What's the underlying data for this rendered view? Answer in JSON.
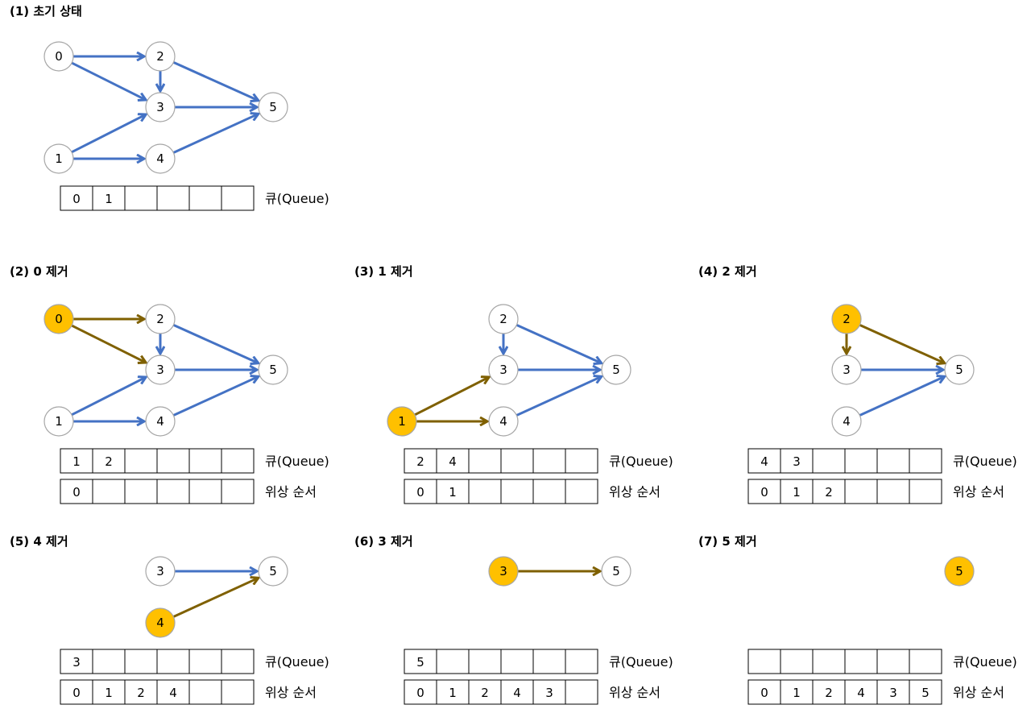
{
  "colors": {
    "edge": "#4472c4",
    "removed_edge": "#7f6000",
    "highlight": "#ffc000",
    "node_stroke": "#a6a6a6",
    "box_stroke": "#000000",
    "text": "#000000"
  },
  "labels": {
    "queue": "큐(Queue)",
    "order": "위상 순서"
  },
  "panels": [
    {
      "title": "(1) 초기 상태",
      "highlight": null,
      "nodes": [
        "0",
        "1",
        "2",
        "3",
        "4",
        "5"
      ],
      "edges": [
        [
          "0",
          "2"
        ],
        [
          "0",
          "3"
        ],
        [
          "2",
          "3"
        ],
        [
          "2",
          "5"
        ],
        [
          "3",
          "5"
        ],
        [
          "1",
          "3"
        ],
        [
          "1",
          "4"
        ],
        [
          "4",
          "5"
        ]
      ],
      "queue": [
        "0",
        "1"
      ],
      "order": null
    },
    {
      "title": "(2) 0 제거",
      "highlight": "0",
      "nodes": [
        "0",
        "1",
        "2",
        "3",
        "4",
        "5"
      ],
      "edges": [
        [
          "0",
          "2"
        ],
        [
          "0",
          "3"
        ],
        [
          "2",
          "3"
        ],
        [
          "2",
          "5"
        ],
        [
          "3",
          "5"
        ],
        [
          "1",
          "3"
        ],
        [
          "1",
          "4"
        ],
        [
          "4",
          "5"
        ]
      ],
      "queue": [
        "1",
        "2"
      ],
      "order": [
        "0"
      ]
    },
    {
      "title": "(3) 1 제거",
      "highlight": "1",
      "nodes": [
        "1",
        "2",
        "3",
        "4",
        "5"
      ],
      "edges": [
        [
          "2",
          "3"
        ],
        [
          "2",
          "5"
        ],
        [
          "3",
          "5"
        ],
        [
          "1",
          "3"
        ],
        [
          "1",
          "4"
        ],
        [
          "4",
          "5"
        ]
      ],
      "queue": [
        "2",
        "4"
      ],
      "order": [
        "0",
        "1"
      ]
    },
    {
      "title": "(4) 2 제거",
      "highlight": "2",
      "nodes": [
        "2",
        "3",
        "4",
        "5"
      ],
      "edges": [
        [
          "2",
          "3"
        ],
        [
          "2",
          "5"
        ],
        [
          "3",
          "5"
        ],
        [
          "4",
          "5"
        ]
      ],
      "queue": [
        "4",
        "3"
      ],
      "order": [
        "0",
        "1",
        "2"
      ]
    },
    {
      "title": "(5) 4 제거",
      "highlight": "4",
      "nodes": [
        "3",
        "4",
        "5"
      ],
      "edges": [
        [
          "3",
          "5"
        ],
        [
          "4",
          "5"
        ]
      ],
      "queue": [
        "3"
      ],
      "order": [
        "0",
        "1",
        "2",
        "4"
      ]
    },
    {
      "title": "(6) 3 제거",
      "highlight": "3",
      "nodes": [
        "3",
        "5"
      ],
      "edges": [
        [
          "3",
          "5"
        ]
      ],
      "queue": [
        "5"
      ],
      "order": [
        "0",
        "1",
        "2",
        "4",
        "3"
      ]
    },
    {
      "title": "(7) 5 제거",
      "highlight": "5",
      "nodes": [
        "5"
      ],
      "edges": [],
      "queue": [],
      "order": [
        "0",
        "1",
        "2",
        "4",
        "3",
        "5"
      ]
    }
  ]
}
